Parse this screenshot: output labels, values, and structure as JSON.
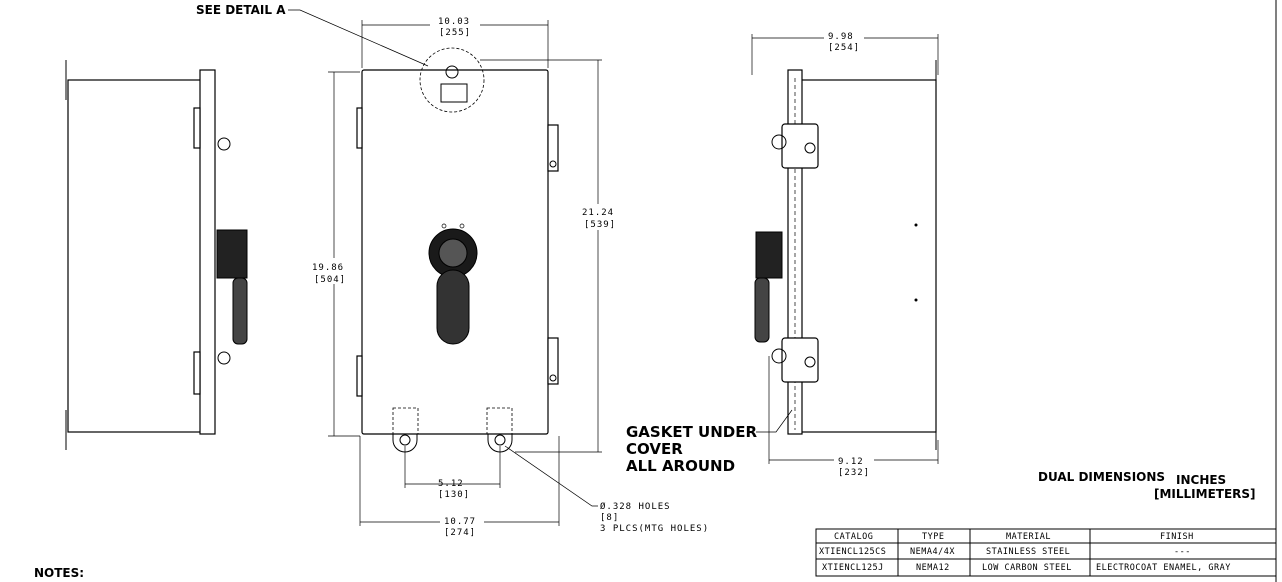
{
  "callouts": {
    "detail": "SEE DETAIL A",
    "gasket_line1": "GASKET UNDER",
    "gasket_line2": "COVER",
    "gasket_line3": "ALL AROUND",
    "dual_dims": "DUAL DIMENSIONS",
    "units_in": "INCHES",
    "units_mm": "[MILLIMETERS]",
    "notes": "NOTES:"
  },
  "dimensions": {
    "front_width": "10.03",
    "front_width_mm": "[255]",
    "front_height": "19.86",
    "front_height_mm": "[504]",
    "overall_height": "21.24",
    "overall_height_mm": "[539]",
    "hole_spacing": "5.12",
    "hole_spacing_mm": "[130]",
    "mount_width": "10.77",
    "mount_width_mm": "[274]",
    "hole_dia": "Ø.328 HOLES",
    "hole_dia_mm": "[8]",
    "hole_qty": "3 PLCS(MTG HOLES)",
    "side_depth": "9.98",
    "side_depth_mm": "[254]",
    "side_body": "9.12",
    "side_body_mm": "[232]"
  },
  "table": {
    "headers": [
      "CATALOG",
      "TYPE",
      "MATERIAL",
      "FINISH"
    ],
    "rows": [
      [
        "XTIENCL125CS",
        "NEMA4/4X",
        "STAINLESS STEEL",
        "---"
      ],
      [
        "XTIENCL125J",
        "NEMA12",
        "LOW CARBON STEEL",
        "ELECTROCOAT ENAMEL, GRAY"
      ]
    ]
  }
}
